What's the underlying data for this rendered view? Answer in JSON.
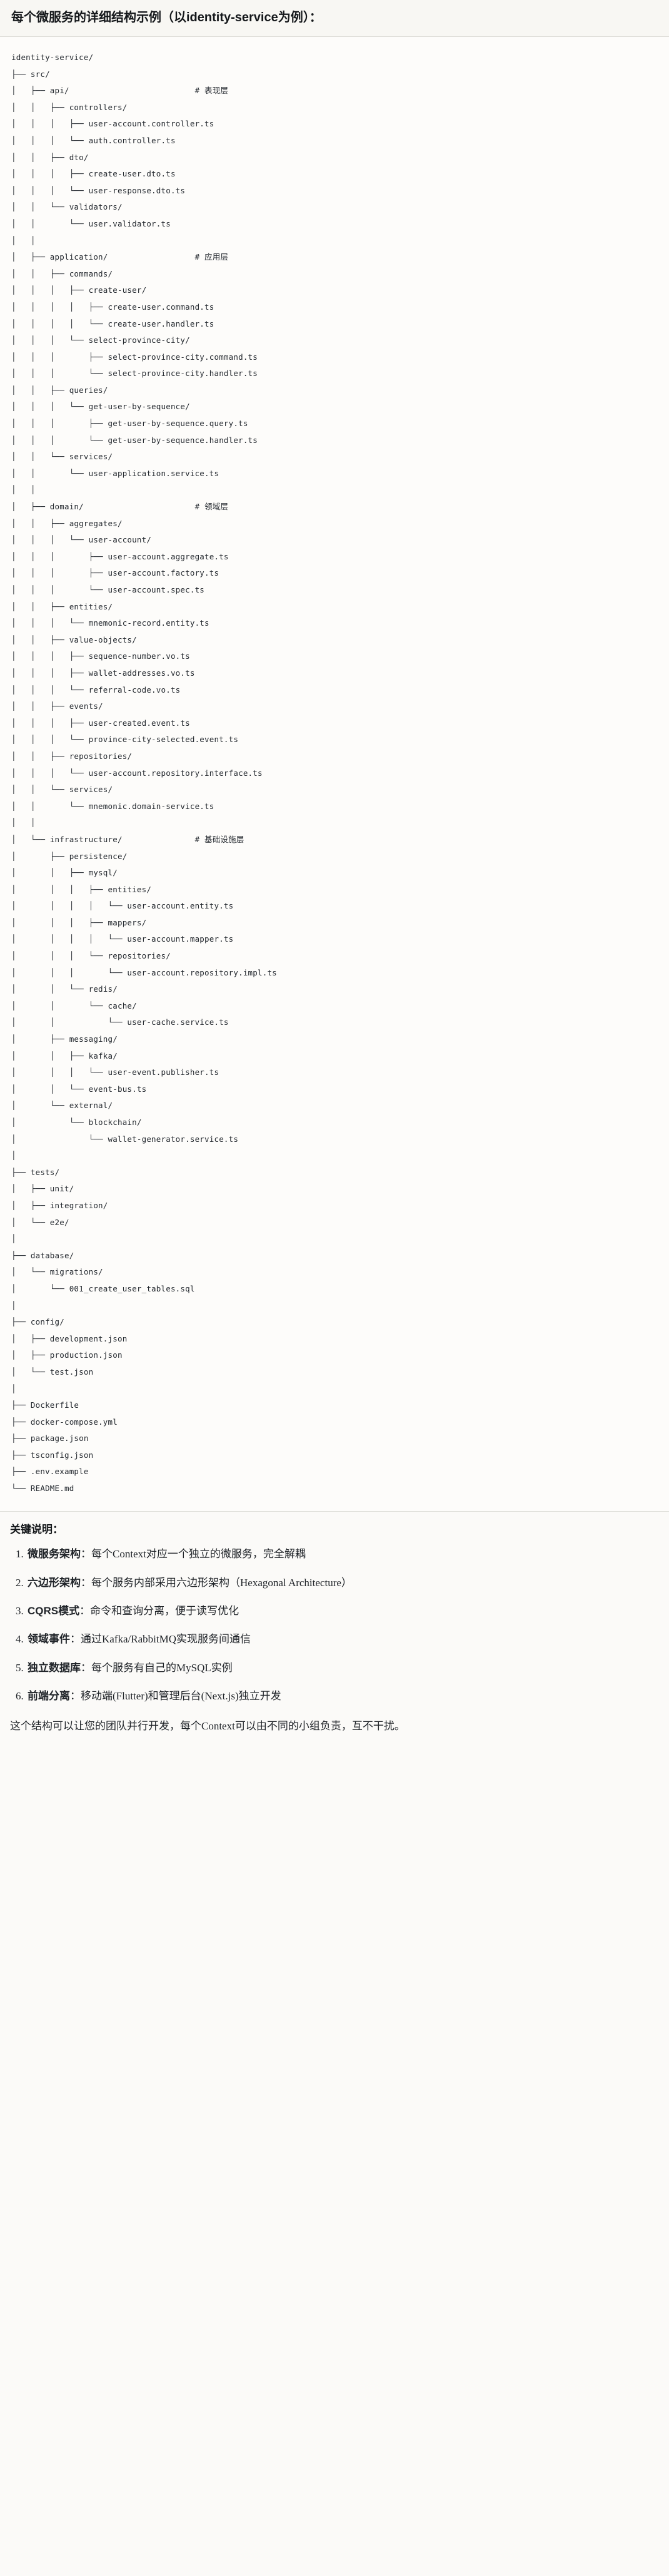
{
  "heading": "每个微服务的详细结构示例（以identity-service为例）：",
  "code_block": {
    "language": "text",
    "tree_text": "identity-service/\n├── src/\n│   ├── api/                          # 表现层\n│   │   ├── controllers/\n│   │   │   ├── user-account.controller.ts\n│   │   │   └── auth.controller.ts\n│   │   ├── dto/\n│   │   │   ├── create-user.dto.ts\n│   │   │   └── user-response.dto.ts\n│   │   └── validators/\n│   │       └── user.validator.ts\n│   │\n│   ├── application/                  # 应用层\n│   │   ├── commands/\n│   │   │   ├── create-user/\n│   │   │   │   ├── create-user.command.ts\n│   │   │   │   └── create-user.handler.ts\n│   │   │   └── select-province-city/\n│   │   │       ├── select-province-city.command.ts\n│   │   │       └── select-province-city.handler.ts\n│   │   ├── queries/\n│   │   │   └── get-user-by-sequence/\n│   │   │       ├── get-user-by-sequence.query.ts\n│   │   │       └── get-user-by-sequence.handler.ts\n│   │   └── services/\n│   │       └── user-application.service.ts\n│   │\n│   ├── domain/                       # 领域层\n│   │   ├── aggregates/\n│   │   │   └── user-account/\n│   │   │       ├── user-account.aggregate.ts\n│   │   │       ├── user-account.factory.ts\n│   │   │       └── user-account.spec.ts\n│   │   ├── entities/\n│   │   │   └── mnemonic-record.entity.ts\n│   │   ├── value-objects/\n│   │   │   ├── sequence-number.vo.ts\n│   │   │   ├── wallet-addresses.vo.ts\n│   │   │   └── referral-code.vo.ts\n│   │   ├── events/\n│   │   │   ├── user-created.event.ts\n│   │   │   └── province-city-selected.event.ts\n│   │   ├── repositories/\n│   │   │   └── user-account.repository.interface.ts\n│   │   └── services/\n│   │       └── mnemonic.domain-service.ts\n│   │\n│   └── infrastructure/               # 基础设施层\n│       ├── persistence/\n│       │   ├── mysql/\n│       │   │   ├── entities/\n│       │   │   │   └── user-account.entity.ts\n│       │   │   ├── mappers/\n│       │   │   │   └── user-account.mapper.ts\n│       │   │   └── repositories/\n│       │   │       └── user-account.repository.impl.ts\n│       │   └── redis/\n│       │       └── cache/\n│       │           └── user-cache.service.ts\n│       ├── messaging/\n│       │   ├── kafka/\n│       │   │   └── user-event.publisher.ts\n│       │   └── event-bus.ts\n│       └── external/\n│           └── blockchain/\n│               └── wallet-generator.service.ts\n│\n├── tests/\n│   ├── unit/\n│   ├── integration/\n│   └── e2e/\n│\n├── database/\n│   └── migrations/\n│       └── 001_create_user_tables.sql\n│\n├── config/\n│   ├── development.json\n│   ├── production.json\n│   └── test.json\n│\n├── Dockerfile\n├── docker-compose.yml\n├── package.json\n├── tsconfig.json\n├── .env.example\n└── README.md",
    "layer_comments": [
      {
        "path": "src/api/",
        "comment": "# 表现层"
      },
      {
        "path": "src/application/",
        "comment": "# 应用层"
      },
      {
        "path": "src/domain/",
        "comment": "# 领域层"
      },
      {
        "path": "src/infrastructure/",
        "comment": "# 基础设施层"
      }
    ]
  },
  "notes": {
    "title": "关键说明：",
    "items": [
      {
        "term": "微服务架构",
        "sep": "：",
        "body": "每个Context对应一个独立的微服务，完全解耦"
      },
      {
        "term": "六边形架构",
        "sep": "：",
        "body": "每个服务内部采用六边形架构（Hexagonal Architecture）"
      },
      {
        "term": "CQRS模式",
        "sep": "：",
        "body": "命令和查询分离，便于读写优化"
      },
      {
        "term": "领域事件",
        "sep": "：",
        "body": "通过Kafka/RabbitMQ实现服务间通信"
      },
      {
        "term": "独立数据库",
        "sep": "：",
        "body": "每个服务有自己的MySQL实例"
      },
      {
        "term": "前端分离",
        "sep": "：",
        "body": "移动端(Flutter)和管理后台(Next.js)独立开发"
      }
    ],
    "closing": "这个结构可以让您的团队并行开发，每个Context可以由不同的小组负责，互不干扰。"
  },
  "colors": {
    "page_bg": "#fbfaf8",
    "heading_bg": "#f8f7f3",
    "code_bg": "#fdfcfa",
    "text": "#24292f",
    "rule": "#dcdcd6"
  }
}
